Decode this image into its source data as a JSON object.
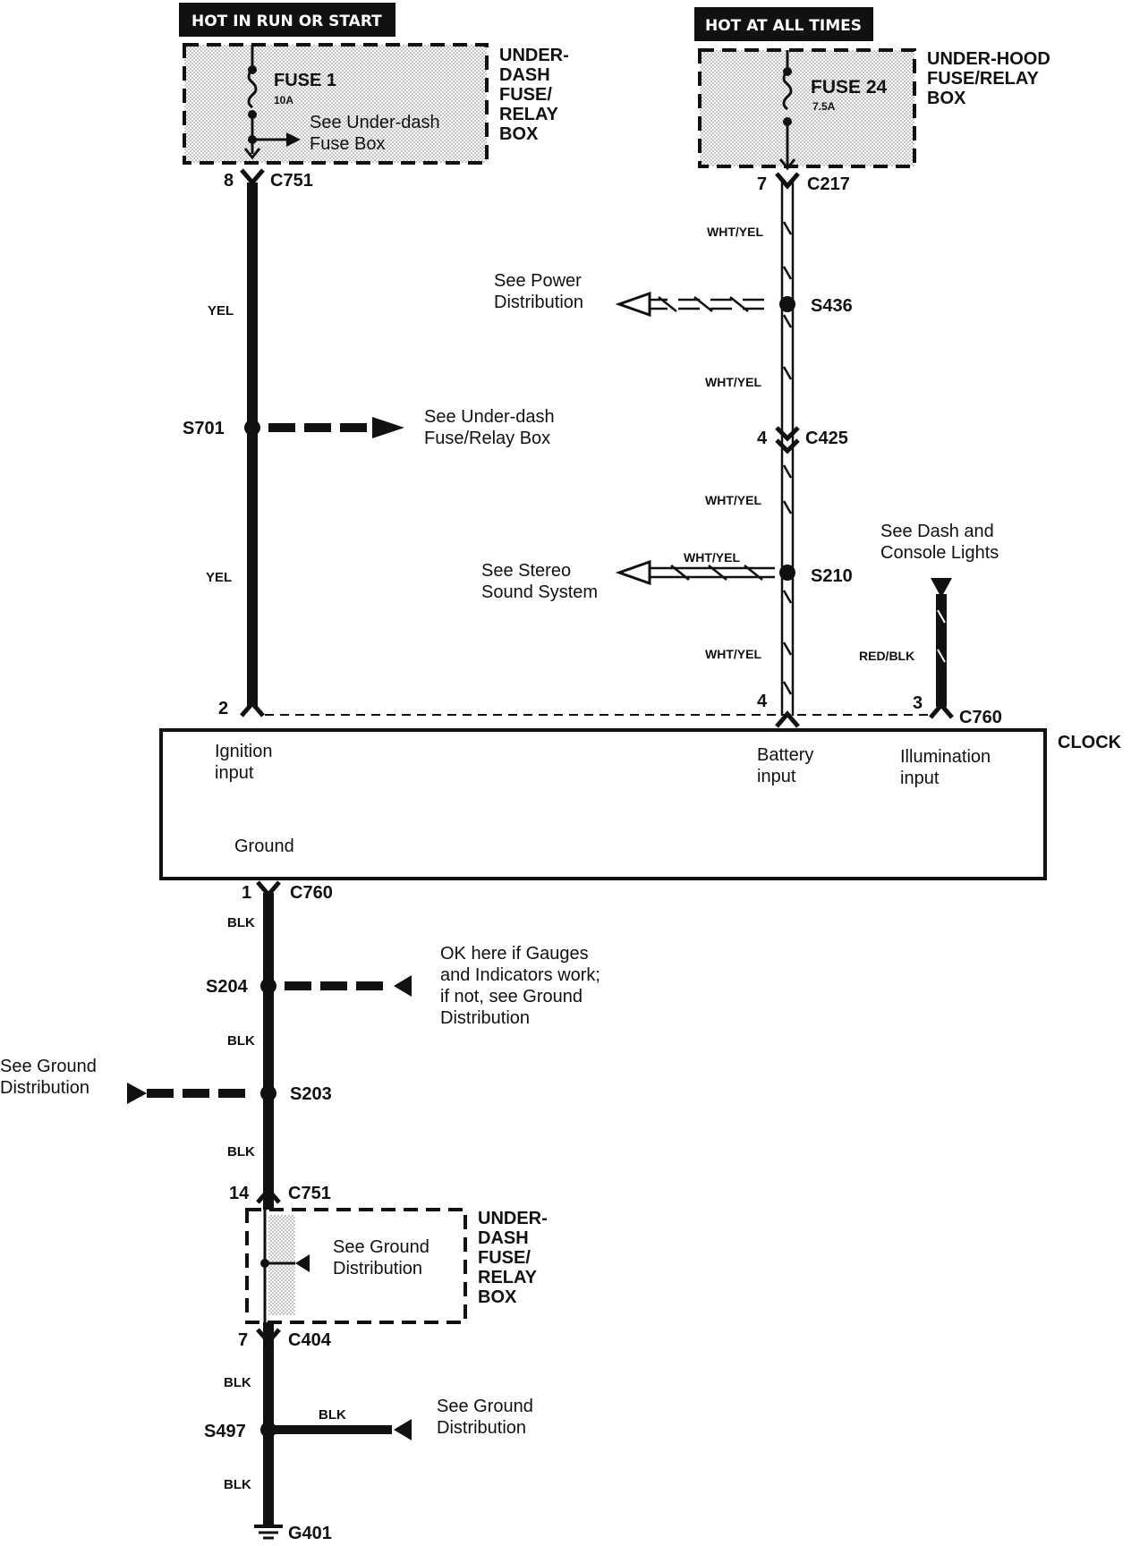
{
  "headers": {
    "left": "HOT IN RUN OR START",
    "right": "HOT AT ALL TIMES"
  },
  "boxes": {
    "underdash_top": [
      "UNDER-",
      "DASH",
      "FUSE/",
      "RELAY",
      "BOX"
    ],
    "underhood": [
      "UNDER-HOOD",
      "FUSE/RELAY",
      "BOX"
    ],
    "underdash_bottom": [
      "UNDER-",
      "DASH",
      "FUSE/",
      "RELAY",
      "BOX"
    ]
  },
  "fuses": {
    "fuse1": {
      "name": "FUSE 1",
      "rating": "10A",
      "note": [
        "See Under-dash",
        "Fuse Box"
      ]
    },
    "fuse24": {
      "name": "FUSE  24",
      "rating": "7.5A"
    }
  },
  "connectors": {
    "c751_top": {
      "pin": "8",
      "id": "C751"
    },
    "c217": {
      "pin": "7",
      "id": "C217"
    },
    "c425": {
      "pin": "4",
      "id": "C425"
    },
    "c760_pin2": {
      "pin": "2"
    },
    "c760_pin4": {
      "pin": "4"
    },
    "c760_pin3": {
      "pin": "3",
      "id": "C760"
    },
    "c760_bottom": {
      "pin": "1",
      "id": "C760"
    },
    "c751_bottom": {
      "pin": "14",
      "id": "C751"
    },
    "c404": {
      "pin": "7",
      "id": "C404"
    }
  },
  "splices": {
    "s701": "S701",
    "s436": "S436",
    "s210": "S210",
    "s204": "S204",
    "s203": "S203",
    "s497": "S497"
  },
  "wires": {
    "yel_1": "YEL",
    "yel_2": "YEL",
    "wy_1": "WHT/YEL",
    "wy_2": "WHT/YEL",
    "wy_3": "WHT/YEL",
    "wy_4": "WHT/YEL",
    "wy_branch": "WHT/YEL",
    "redblk": "RED/BLK",
    "blk_1": "BLK",
    "blk_2": "BLK",
    "blk_3": "BLK",
    "blk_4": "BLK",
    "blk_5": "BLK",
    "blk_branch": "BLK"
  },
  "notes": {
    "power_dist": [
      "See Power",
      "Distribution"
    ],
    "underdash_fuse": [
      "See Under-dash",
      "Fuse/Relay Box"
    ],
    "stereo": [
      "See  Stereo",
      "Sound System"
    ],
    "dash_lights": [
      "See Dash and",
      "Console Lights"
    ],
    "gauges": [
      "OK here if Gauges",
      "and Indicators work;",
      "if not, see Ground",
      "Distribution"
    ],
    "ground_left": [
      "See Ground",
      "Distribution"
    ],
    "ground_box": [
      "See Ground",
      "Distribution"
    ],
    "ground_s497": [
      "See Ground",
      "Distribution"
    ]
  },
  "clock": {
    "title": "CLOCK",
    "ignition": [
      "Ignition",
      "input"
    ],
    "battery": [
      "Battery",
      "input"
    ],
    "illumination": [
      "Illumination",
      "input"
    ],
    "ground": "Ground"
  },
  "ground_point": "G401",
  "colors": {
    "wire": "#111111",
    "shade": "#d9d9d9",
    "background": "#ffffff"
  }
}
